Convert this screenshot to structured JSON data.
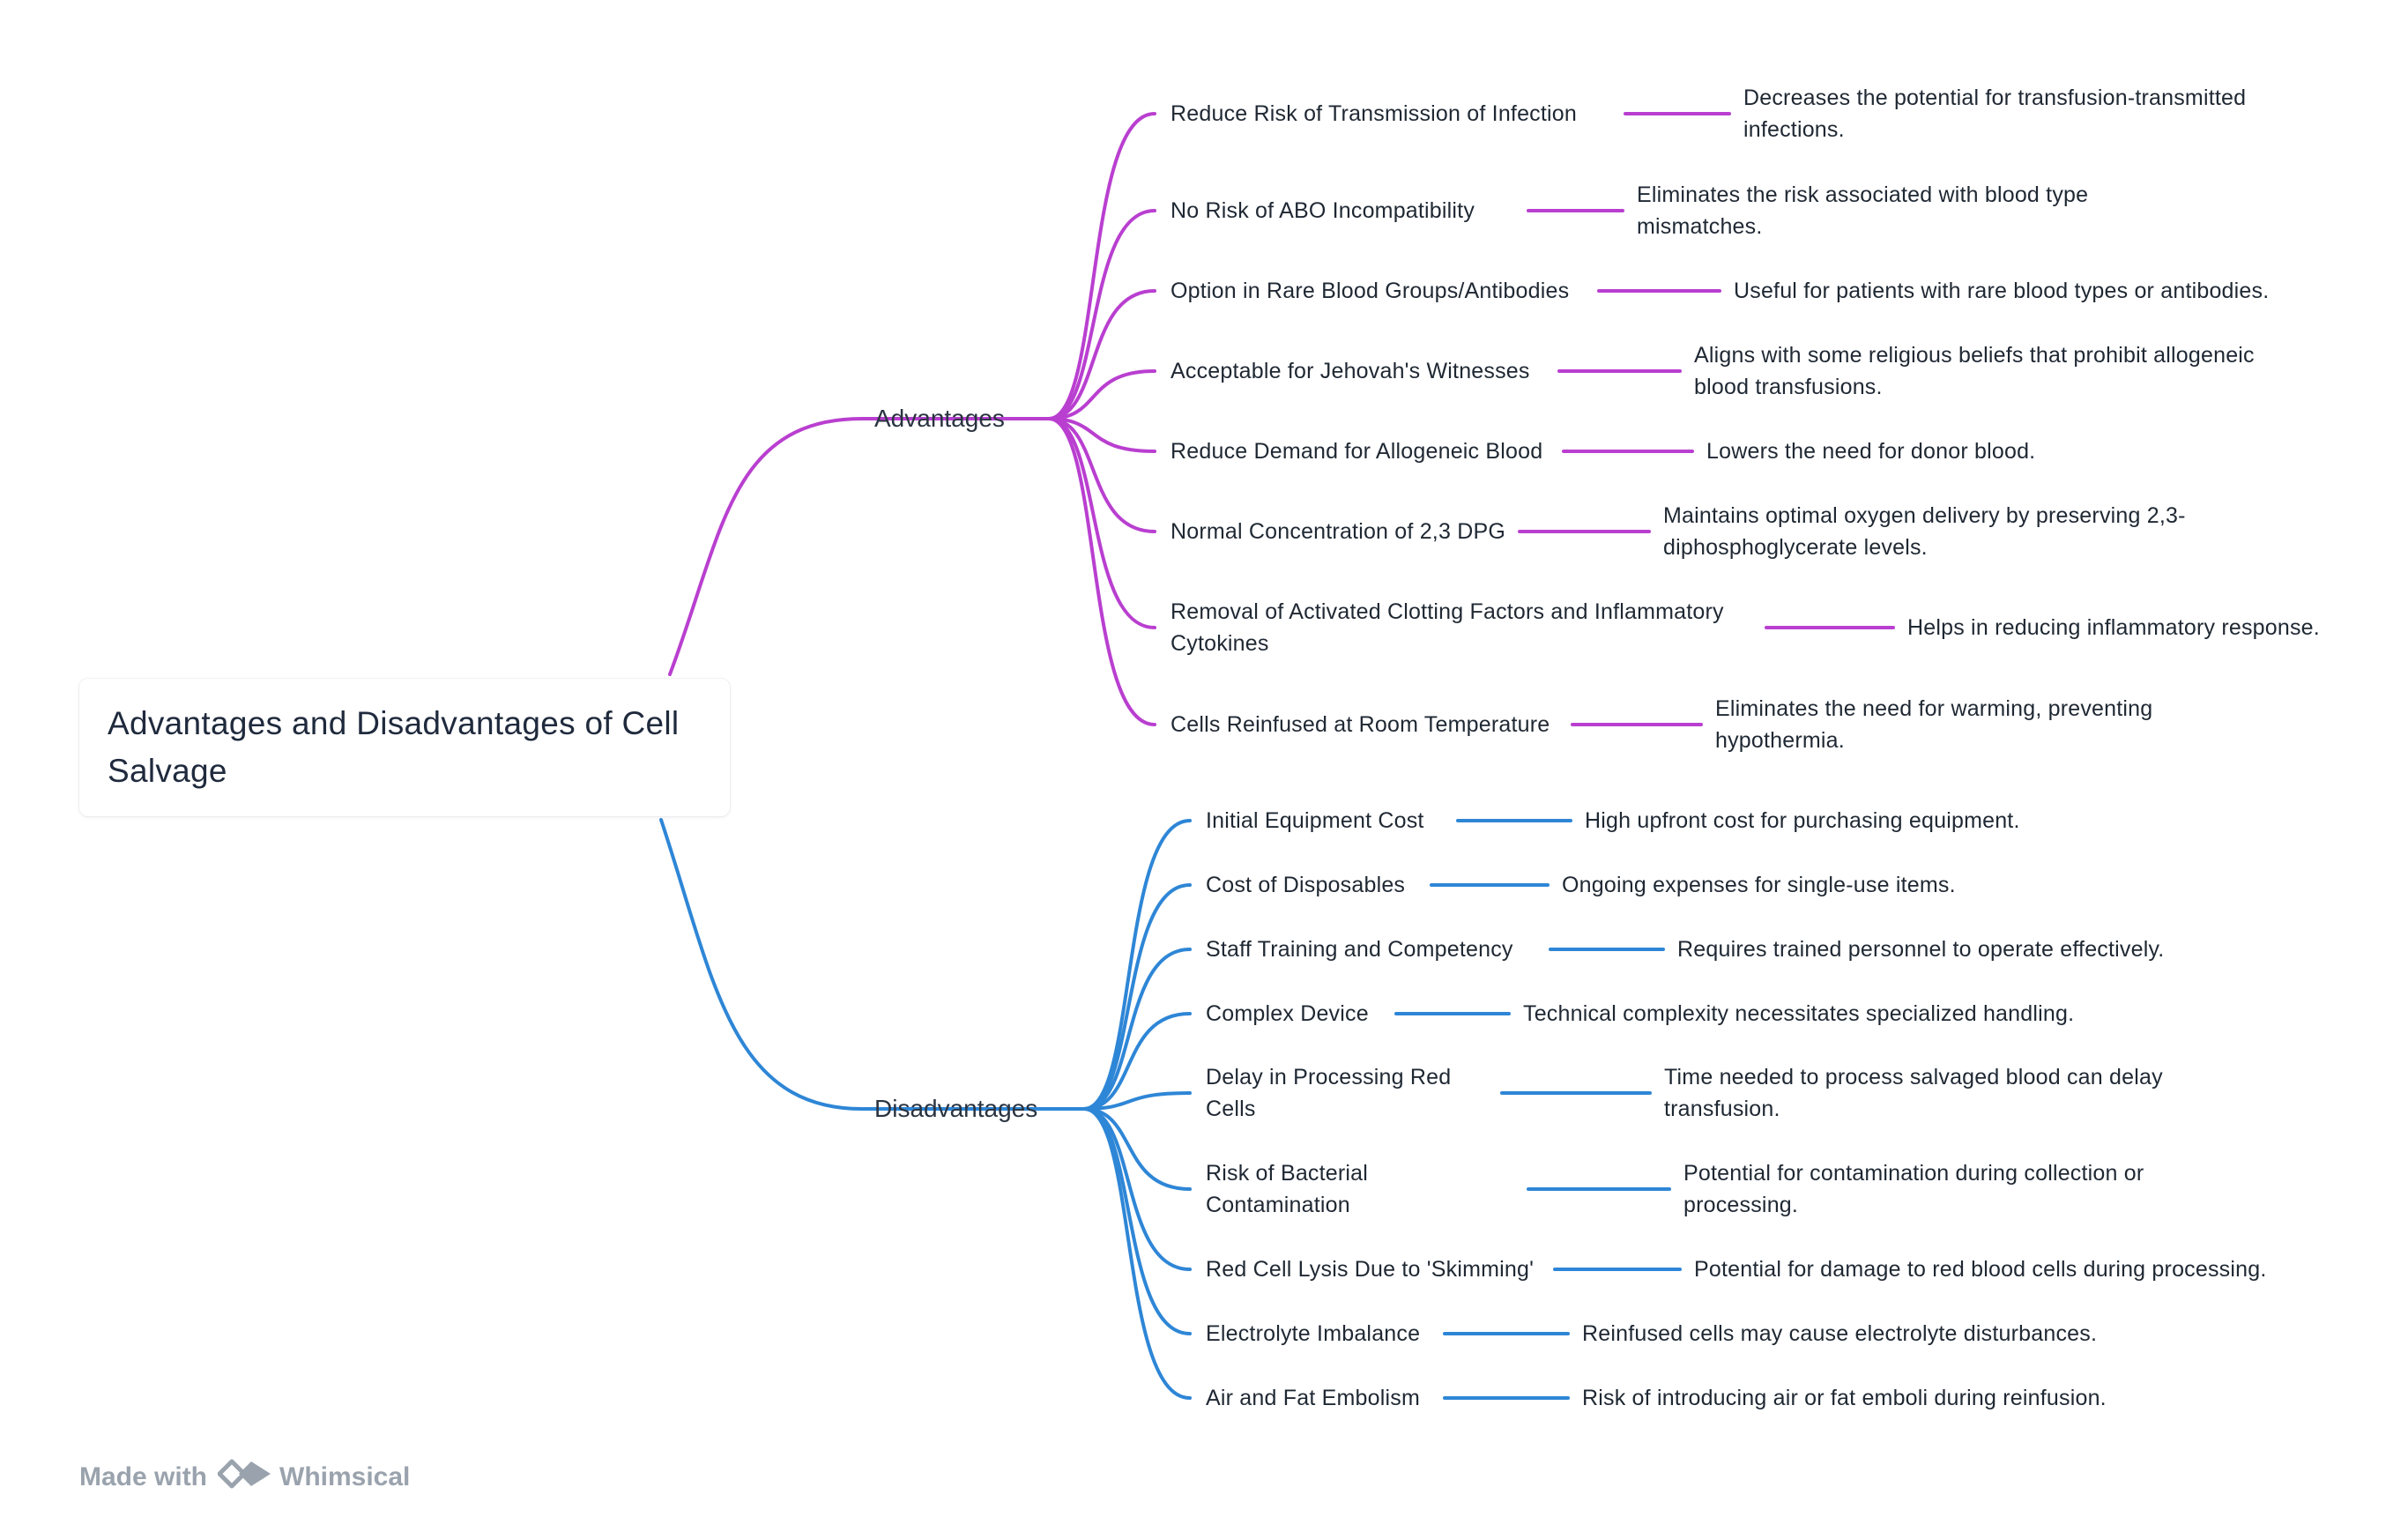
{
  "root": {
    "title": "Advantages and Disadvantages of Cell Salvage"
  },
  "colors": {
    "advantages": "#b93fd0",
    "disadvantages": "#2e86d6"
  },
  "branches": [
    {
      "label": "Advantages",
      "items": [
        {
          "label": "Reduce Risk of Transmission of Infection",
          "detail": "Decreases the potential for transfusion-transmitted infections."
        },
        {
          "label": "No Risk of ABO Incompatibility",
          "detail": "Eliminates the risk associated with blood type mismatches."
        },
        {
          "label": "Option in Rare Blood Groups/Antibodies",
          "detail": "Useful for patients with rare blood types or antibodies."
        },
        {
          "label": "Acceptable for Jehovah's Witnesses",
          "detail": "Aligns with some religious beliefs that prohibit allogeneic blood transfusions."
        },
        {
          "label": "Reduce Demand for Allogeneic Blood",
          "detail": "Lowers the need for donor blood."
        },
        {
          "label": "Normal Concentration of 2,3 DPG",
          "detail": "Maintains optimal oxygen delivery by preserving 2,3-diphosphoglycerate levels."
        },
        {
          "label": "Removal of Activated Clotting Factors and Inflammatory Cytokines",
          "detail": "Helps in reducing inflammatory response."
        },
        {
          "label": "Cells Reinfused at Room Temperature",
          "detail": "Eliminates the need for warming, preventing hypothermia."
        }
      ]
    },
    {
      "label": "Disadvantages",
      "items": [
        {
          "label": "Initial Equipment Cost",
          "detail": "High upfront cost for purchasing equipment."
        },
        {
          "label": "Cost of Disposables",
          "detail": "Ongoing expenses for single-use items."
        },
        {
          "label": "Staff Training and Competency",
          "detail": "Requires trained personnel to operate effectively."
        },
        {
          "label": "Complex Device",
          "detail": "Technical complexity necessitates specialized handling."
        },
        {
          "label": "Delay in Processing Red Cells",
          "detail": "Time needed to process salvaged blood can delay transfusion."
        },
        {
          "label": "Risk of Bacterial Contamination",
          "detail": "Potential for contamination during collection or processing."
        },
        {
          "label": "Red Cell Lysis Due to 'Skimming'",
          "detail": "Potential for damage to red blood cells during processing."
        },
        {
          "label": "Electrolyte Imbalance",
          "detail": "Reinfused cells may cause electrolyte disturbances."
        },
        {
          "label": "Air and Fat Embolism",
          "detail": "Risk of introducing air or fat emboli during reinfusion."
        }
      ]
    }
  ],
  "footer": {
    "made_with": "Made with",
    "brand": "Whimsical"
  }
}
